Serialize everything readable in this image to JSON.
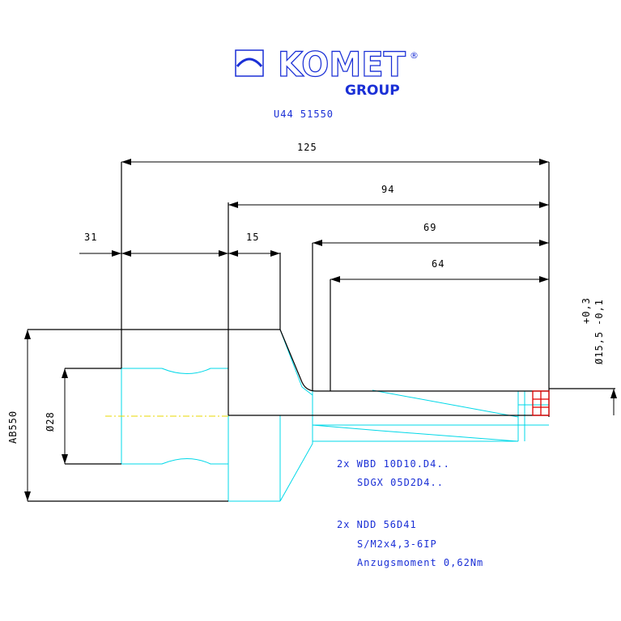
{
  "logo": {
    "brand": "KOMET",
    "registered": "®",
    "subtitle": "GROUP",
    "brand_color": "#1a2fd6"
  },
  "part_number": "U44 51550",
  "dimensions": {
    "overall_length": "125",
    "length_94": "94",
    "length_69": "69",
    "length_64": "64",
    "shank_offset": "31",
    "collar_length": "15",
    "flange_diameter": "AB550",
    "shank_diameter": "Ø28",
    "tip_diameter": "Ø15,5",
    "tip_tol_upper": "+0,3",
    "tip_tol_lower": "-0,1"
  },
  "notes": {
    "line1": "2x WBD 10D10.D4..",
    "line2": "SDGX 05D2D4..",
    "line3": "2x NDD 56D41",
    "line4": "S/M2x4,3-6IP",
    "line5": "Anzugsmoment 0,62Nm"
  },
  "colors": {
    "outline": "#000000",
    "construction": "#00d8e8",
    "centerline": "#e8d800",
    "insert": "#e00000",
    "annotation": "#1a2fd6"
  }
}
